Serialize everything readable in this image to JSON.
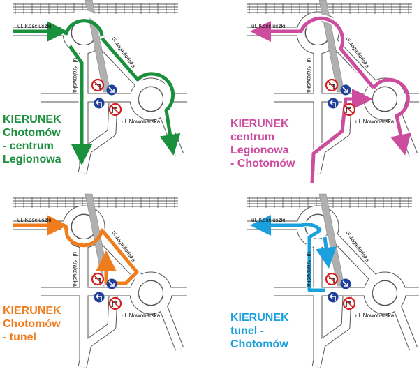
{
  "streets": {
    "kosciuszki": "ul. Kościuszki",
    "jagiellonska": "ul.Jagiellońska",
    "krakowska": "ul. Krakowska",
    "nowobarska": "ul. Nowobarska"
  },
  "panels": [
    {
      "id": "p1",
      "color": "#1a8f3c",
      "heading": [
        "KIERUNEK",
        "Chotomów",
        "- centrum",
        "Legionowa"
      ]
    },
    {
      "id": "p2",
      "color": "#cc4c9e",
      "heading": [
        "KIERUNEK",
        "centrum",
        "Legionowa",
        "- Chotomów"
      ]
    },
    {
      "id": "p3",
      "color": "#ef7d1d",
      "heading": [
        "KIERUNEK",
        "Chotomów",
        " - tunel"
      ]
    },
    {
      "id": "p4",
      "color": "#1aa0dc",
      "heading": [
        "KIERUNEK",
        "tunel -",
        "Chotomów"
      ]
    }
  ],
  "icons": [
    "no-left-turn-sign-icon",
    "keep-right-sign-icon",
    "turn-left-sign-icon",
    "no-right-turn-sign-icon"
  ]
}
